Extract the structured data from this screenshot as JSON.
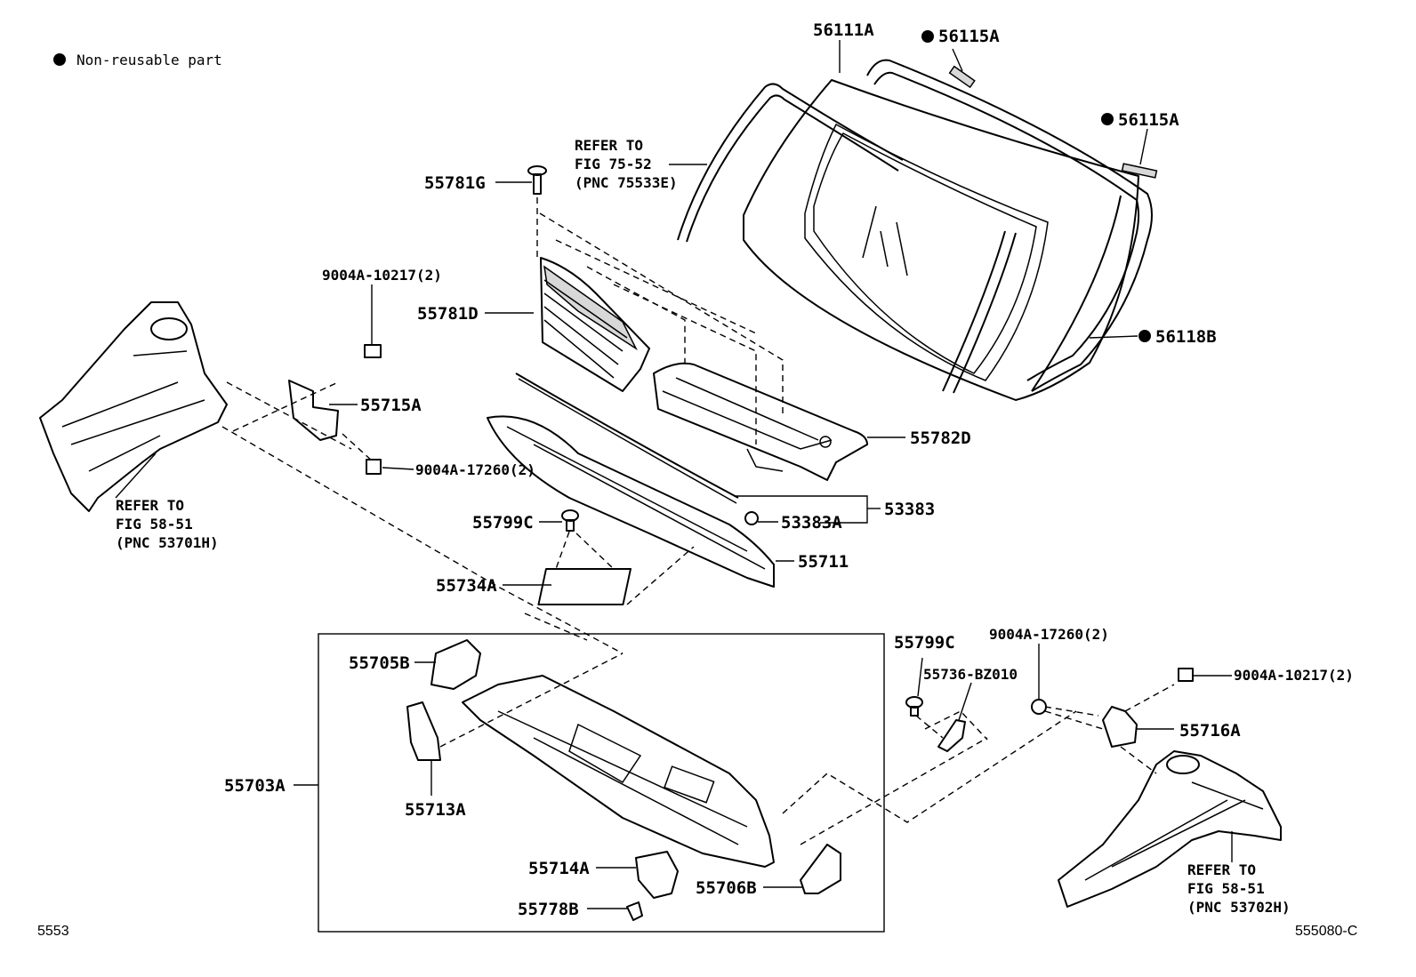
{
  "legend": {
    "symbol": "●",
    "text": "Non-reusable part"
  },
  "labels": {
    "p56111A": "56111A",
    "p56115A_top": "56115A",
    "p56115A_right": "56115A",
    "p56118B": "56118B",
    "p55781G": "55781G",
    "p55781D": "55781D",
    "p55782D": "55782D",
    "p9004A_10217_left": "9004A-10217(2)",
    "p55715A": "55715A",
    "p9004A_17260_left": "9004A-17260(2)",
    "p53383": "53383",
    "p53383A": "53383A",
    "p55799C_left": "55799C",
    "p55711": "55711",
    "p55734A": "55734A",
    "p55705B": "55705B",
    "p55703A": "55703A",
    "p55713A": "55713A",
    "p55714A": "55714A",
    "p55778B": "55778B",
    "p55706B": "55706B",
    "p55799C_right": "55799C",
    "p55736": "55736-BZ010",
    "p9004A_17260_right": "9004A-17260(2)",
    "p9004A_10217_right": "9004A-10217(2)",
    "p55716A": "55716A"
  },
  "refer_fig75": [
    "REFER TO",
    "FIG 75-52",
    "(PNC 75533E)"
  ],
  "refer_left": [
    "REFER TO",
    "FIG 58-51",
    "(PNC 53701H)"
  ],
  "refer_right": [
    "REFER TO",
    "FIG 58-51",
    "(PNC 53702H)"
  ],
  "footer": {
    "left_code": "5553",
    "right_code": "555080-C"
  }
}
